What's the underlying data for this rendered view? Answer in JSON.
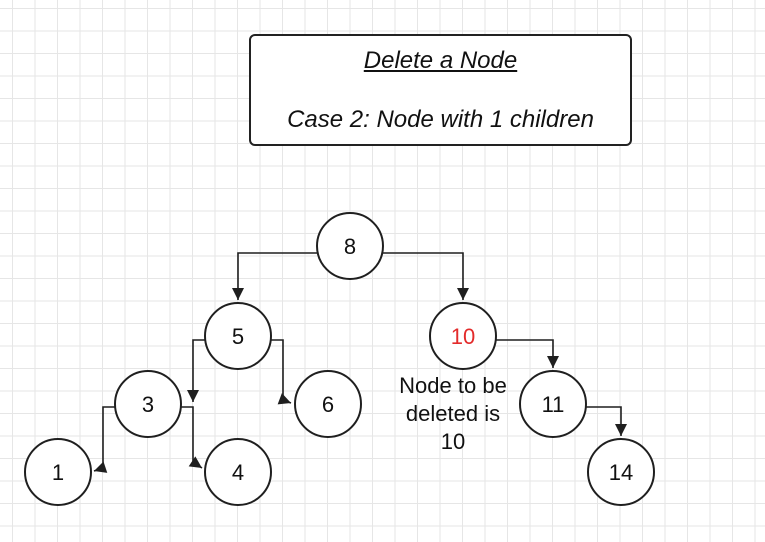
{
  "title": {
    "heading": "Delete a Node",
    "subheading": "Case 2: Node with 1 children"
  },
  "note": {
    "line1": "Node to be",
    "line2": "deleted is",
    "line3": "10"
  },
  "colors": {
    "line": "#1f1f1f",
    "highlight": "#e32b2b",
    "text": "#111111"
  },
  "tree": {
    "nodes": [
      {
        "id": "n8",
        "label": "8",
        "highlight": false
      },
      {
        "id": "n5",
        "label": "5",
        "highlight": false
      },
      {
        "id": "n10",
        "label": "10",
        "highlight": true
      },
      {
        "id": "n3",
        "label": "3",
        "highlight": false
      },
      {
        "id": "n6",
        "label": "6",
        "highlight": false
      },
      {
        "id": "n11",
        "label": "11",
        "highlight": false
      },
      {
        "id": "n1",
        "label": "1",
        "highlight": false
      },
      {
        "id": "n4",
        "label": "4",
        "highlight": false
      },
      {
        "id": "n14",
        "label": "14",
        "highlight": false
      }
    ],
    "edges": [
      {
        "from": "8",
        "to": "5"
      },
      {
        "from": "8",
        "to": "10"
      },
      {
        "from": "5",
        "to": "3"
      },
      {
        "from": "5",
        "to": "6"
      },
      {
        "from": "10",
        "to": "11"
      },
      {
        "from": "3",
        "to": "1"
      },
      {
        "from": "3",
        "to": "4"
      },
      {
        "from": "11",
        "to": "14"
      }
    ]
  }
}
